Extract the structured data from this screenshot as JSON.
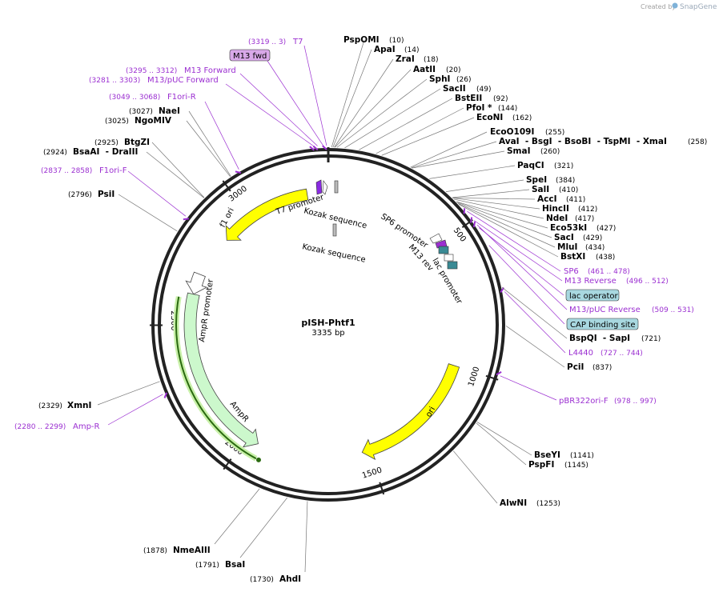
{
  "branding": {
    "created_by": "Created by",
    "product": "SnapGene"
  },
  "plasmid": {
    "name": "pISH-Phtf1",
    "length": "3335 bp",
    "total_bp": 3335
  },
  "ticks": [
    {
      "label": "500",
      "pos": 500
    },
    {
      "label": "1000",
      "pos": 1000
    },
    {
      "label": "1500",
      "pos": 1500
    },
    {
      "label": "2000",
      "pos": 2000
    },
    {
      "label": "2500",
      "pos": 2500
    },
    {
      "label": "3000",
      "pos": 3000
    }
  ],
  "enzymes": [
    {
      "name": "PspOMI",
      "pos": "(10)",
      "site": 10
    },
    {
      "name": "ApaI",
      "pos": "(14)",
      "site": 14
    },
    {
      "name": "ZraI",
      "pos": "(18)",
      "site": 18
    },
    {
      "name": "AatII",
      "pos": "(20)",
      "site": 20
    },
    {
      "name": "SphI",
      "pos": "(26)",
      "site": 26
    },
    {
      "name": "SacII",
      "pos": "(49)",
      "site": 49
    },
    {
      "name": "BstEII",
      "pos": "(92)",
      "site": 92
    },
    {
      "name": "PfoI *",
      "pos": "(144)",
      "site": 144
    },
    {
      "name": "EcoNI",
      "pos": "(162)",
      "site": 162
    },
    {
      "name": "EcoO109I",
      "pos": "(255)",
      "site": 255
    },
    {
      "name": "AvaI  - BsgI  - BsoBI  - TspMI  - XmaI",
      "pos": "(258)",
      "site": 258
    },
    {
      "name": "SmaI",
      "pos": "(260)",
      "site": 260
    },
    {
      "name": "PaqCI",
      "pos": "(321)",
      "site": 321
    },
    {
      "name": "SpeI",
      "pos": "(384)",
      "site": 384
    },
    {
      "name": "SalI",
      "pos": "(410)",
      "site": 410
    },
    {
      "name": "AccI",
      "pos": "(411)",
      "site": 411
    },
    {
      "name": "HincII",
      "pos": "(412)",
      "site": 412
    },
    {
      "name": "NdeI",
      "pos": "(417)",
      "site": 417
    },
    {
      "name": "Eco53kI",
      "pos": "(427)",
      "site": 427
    },
    {
      "name": "SacI",
      "pos": "(429)",
      "site": 429
    },
    {
      "name": "MluI",
      "pos": "(434)",
      "site": 434
    },
    {
      "name": "BstXI",
      "pos": "(438)",
      "site": 438
    },
    {
      "name": "BspQI  - SapI",
      "pos": "(721)",
      "site": 721
    },
    {
      "name": "PciI",
      "pos": "(837)",
      "site": 837
    },
    {
      "name": "BseYI",
      "pos": "(1141)",
      "site": 1141
    },
    {
      "name": "PspFI",
      "pos": "(1145)",
      "site": 1145
    },
    {
      "name": "AlwNI",
      "pos": "(1253)",
      "site": 1253
    },
    {
      "name": "AhdI",
      "pos": "(1730)",
      "site": 1730
    },
    {
      "name": "BsaI",
      "pos": "(1791)",
      "site": 1791
    },
    {
      "name": "NmeAIII",
      "pos": "(1878)",
      "site": 1878
    },
    {
      "name": "XmnI",
      "pos": "(2329)",
      "site": 2329
    },
    {
      "name": "PsiI",
      "pos": "(2796)",
      "site": 2796
    },
    {
      "name": "BsaAI  - DraIII",
      "pos": "(2924)",
      "site": 2924
    },
    {
      "name": "BtgZI",
      "pos": "(2925)",
      "site": 2925
    },
    {
      "name": "NgoMIV",
      "pos": "(3025)",
      "site": 3025
    },
    {
      "name": "NaeI",
      "pos": "(3027)",
      "site": 3027
    }
  ],
  "primers": [
    {
      "name": "T7",
      "pos": "(3319 .. 3)",
      "boxed": false,
      "site": 3330
    },
    {
      "name": "M13 fwd",
      "pos": "",
      "boxed": true,
      "site": 3320
    },
    {
      "name": "M13 Forward",
      "pos": "(3295 .. 3312)",
      "boxed": false,
      "site": 3303
    },
    {
      "name": "M13/pUC Forward",
      "pos": "(3281 .. 3303)",
      "boxed": false,
      "site": 3292
    },
    {
      "name": "F1ori-R",
      "pos": "(3049 .. 3068)",
      "boxed": false,
      "site": 3058
    },
    {
      "name": "F1ori-F",
      "pos": "(2837 .. 2858)",
      "boxed": false,
      "site": 2847
    },
    {
      "name": "SP6",
      "pos": "(461 .. 478)",
      "boxed": false,
      "site": 470
    },
    {
      "name": "M13 Reverse",
      "pos": "(496 .. 512)",
      "boxed": false,
      "site": 504
    },
    {
      "name": "lac operator",
      "pos": "",
      "boxed": true,
      "site": 530
    },
    {
      "name": "M13/pUC Reverse",
      "pos": "(509 .. 531)",
      "boxed": false,
      "site": 520
    },
    {
      "name": "CAP binding site",
      "pos": "",
      "boxed": true,
      "site": 590
    },
    {
      "name": "L4440",
      "pos": "(727 .. 744)",
      "boxed": false,
      "site": 735
    },
    {
      "name": "pBR322ori-F",
      "pos": "(978 .. 997)",
      "boxed": false,
      "site": 987
    },
    {
      "name": "Amp-R",
      "pos": "(2280 .. 2299)",
      "boxed": false,
      "site": 2290
    }
  ],
  "features": [
    {
      "name": "f1 ori",
      "start": 2870,
      "end": 3250,
      "color": "#ffff00"
    },
    {
      "name": "ori",
      "start": 1000,
      "end": 1530,
      "color": "#ffff00"
    },
    {
      "name": "AmpR",
      "start": 1950,
      "end": 2620,
      "color": "#ccf8cc"
    },
    {
      "name": "AmpR promoter",
      "start": 2620,
      "end": 2700,
      "color": "#ffffff"
    }
  ],
  "inner_labels": {
    "t7_promoter": "T7 promoter",
    "kozak_1": "Kozak sequence",
    "kozak_2": "Kozak sequence",
    "sp6_promoter": "SP6 promoter",
    "m13_rev": "M13 rev",
    "lac_promoter": "lac promoter",
    "f1_ori": "f1 ori",
    "ori": "ori",
    "ampr": "AmpR",
    "ampr_promoter": "AmpR promoter"
  },
  "colors": {
    "primer": "#9b2fd1",
    "ori": "#ffff00",
    "ampr": "#ccf8cc",
    "lac": "#3a8a94",
    "m13fwd_box": "#d8a8e8",
    "feature_box": "#a8d8e0"
  }
}
